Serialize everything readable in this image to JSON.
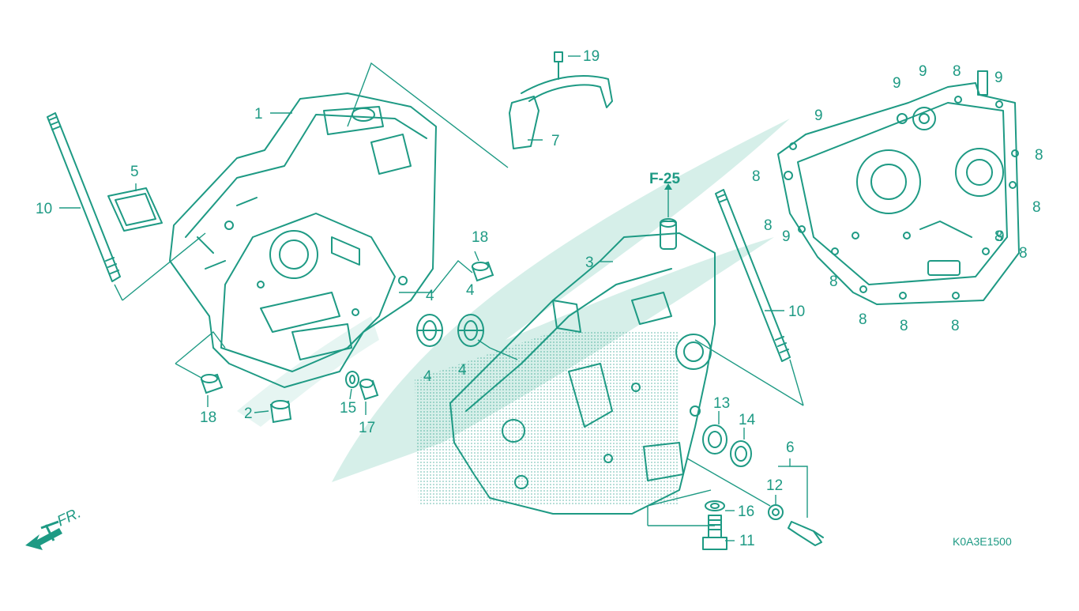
{
  "diagram": {
    "reference_code": "K0A3E1500",
    "figure_ref": "F-25",
    "front_arrow_label": "FR.",
    "callouts": {
      "c1": "1",
      "c2": "2",
      "c3": "3",
      "c4a": "4",
      "c4b": "4",
      "c4c": "4",
      "c4d": "4",
      "c5": "5",
      "c6": "6",
      "c7": "7",
      "c8a": "8",
      "c8b": "8",
      "c8c": "8",
      "c8d": "8",
      "c8e": "8",
      "c8f": "8",
      "c8g": "8",
      "c8h": "8",
      "c8i": "8",
      "c8j": "8",
      "c8k": "8",
      "c9a": "9",
      "c9b": "9",
      "c9c": "9",
      "c9d": "9",
      "c9e": "9",
      "c9f": "9",
      "c10a": "10",
      "c10b": "10",
      "c11": "11",
      "c12": "12",
      "c13": "13",
      "c14": "14",
      "c15": "15",
      "c16": "16",
      "c17": "17",
      "c18a": "18",
      "c18b": "18",
      "c19": "19"
    }
  },
  "colors": {
    "line": "#1e9a84",
    "watermark": "#d6efe9"
  }
}
